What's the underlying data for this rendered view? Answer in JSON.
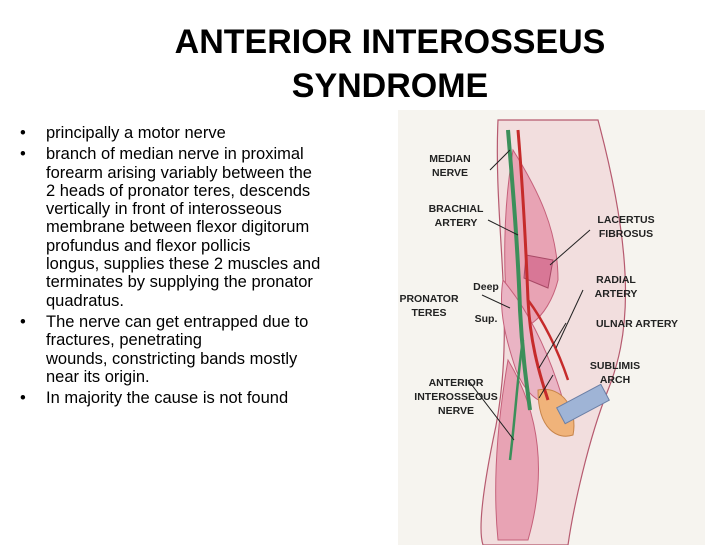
{
  "title_lines": [
    "ANTERIOR INTEROSSEUS",
    "SYNDROME"
  ],
  "bullet_char": "•",
  "bullets": [
    {
      "lines": [
        "principally a motor nerve"
      ]
    },
    {
      "lines": [
        "branch of median nerve in proximal",
        "forearm arising variably between the",
        "2 heads of pronator teres, descends",
        "vertically in front of interosseous",
        "membrane between flexor digitorum",
        "profundus and flexor pollicis",
        "longus, supplies these 2 muscles and",
        "terminates by supplying the pronator",
        "quadratus."
      ]
    },
    {
      "lines": [
        "The nerve can get entrapped due to",
        "fractures, penetrating",
        "wounds, constricting bands mostly",
        "near its origin."
      ]
    },
    {
      "lines": [
        "In majority the cause is not found"
      ]
    }
  ],
  "figure": {
    "median_nerve": [
      "MEDIAN",
      "NERVE"
    ],
    "brachial_artery": [
      "BRACHIAL",
      "ARTERY"
    ],
    "lacertus_fibrosus": [
      "LACERTUS",
      "FIBROSUS"
    ],
    "radial_artery": [
      "RADIAL",
      "ARTERY"
    ],
    "pronator_teres": [
      "PRONATOR",
      "TERES"
    ],
    "deep": "Deep",
    "sup": "Sup.",
    "ulnar_artery": "ULNAR ARTERY",
    "sublimis_arch": [
      "SUBLIMIS",
      "ARCH"
    ],
    "anterior_interosseous_nerve": [
      "ANTERIOR",
      "INTEROSSEOUS",
      "NERVE"
    ]
  },
  "colors": {
    "skin": "#f6f4ef",
    "muscle_pink": "#e8a3b4",
    "muscle_dark": "#c5607a",
    "artery_red": "#c62b2b",
    "nerve_green": "#3c8f5a",
    "tendon_blue": "#9fb4d6",
    "arch_orange": "#f0b37a"
  }
}
